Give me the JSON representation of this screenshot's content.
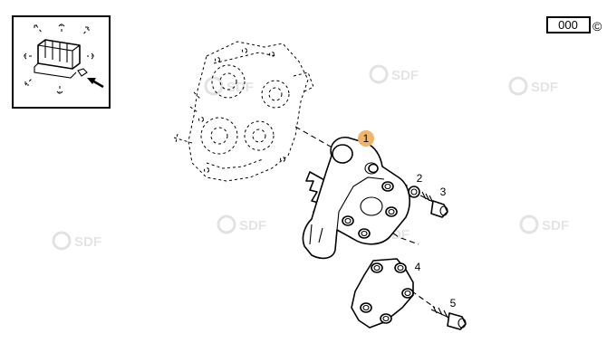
{
  "page_code": "000",
  "copyright_symbol": "©",
  "watermark_text": "SDF",
  "callouts": [
    "1",
    "2",
    "3",
    "4",
    "5"
  ],
  "colors": {
    "callout_1_fill": "#f2b46a",
    "line": "#000000",
    "watermark": "#e2e2e2"
  }
}
